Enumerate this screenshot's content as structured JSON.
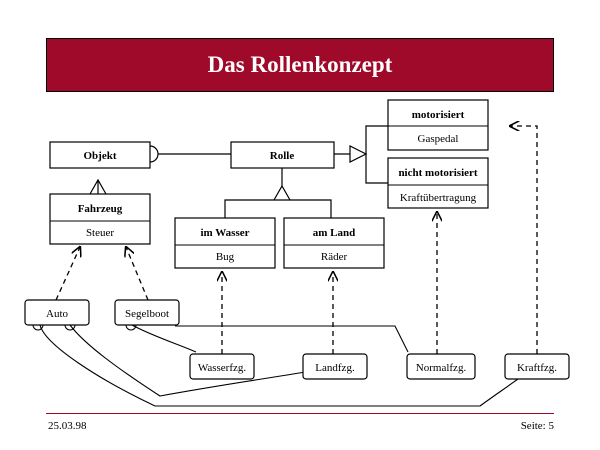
{
  "title": "Das Rollenkonzept",
  "colors": {
    "banner": "#a00a2a",
    "line": "#a00a2a"
  },
  "classes": {
    "objekt": {
      "name": "Objekt"
    },
    "fahrzeug": {
      "name": "Fahrzeug",
      "attr": "Steuer"
    },
    "rolle": {
      "name": "Rolle"
    },
    "wasser": {
      "name": "im Wasser",
      "attr": "Bug"
    },
    "land": {
      "name": "am Land",
      "attr": "Räder"
    },
    "motorisiert": {
      "name": "motorisiert",
      "attr": "Gaspedal"
    },
    "nichtmot": {
      "name": "nicht motorisiert",
      "attr": "Kraftübertragung"
    }
  },
  "instances": {
    "auto": "Auto",
    "segelboot": "Segelboot",
    "wasserfzg": "Wasserfzg.",
    "landfzg": "Landfzg.",
    "normalfzg": "Normalfzg.",
    "kraftfzg": "Kraftfzg."
  },
  "footer": {
    "date": "25.03.98",
    "page": "Seite: 5"
  }
}
